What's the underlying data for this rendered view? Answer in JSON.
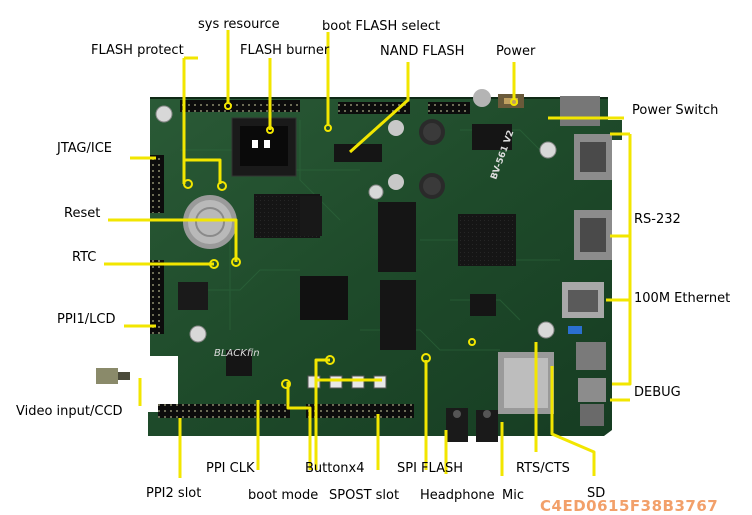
{
  "labels": {
    "sys_resource": "sys resource",
    "boot_flash_select": "boot FLASH select",
    "flash_protect": "FLASH protect",
    "flash_burner": "FLASH burner",
    "nand_flash": "NAND FLASH",
    "power": "Power",
    "power_switch": "Power Switch",
    "jtag_ice": "JTAG/ICE",
    "reset": "Reset",
    "rtc": "RTC",
    "ppi1_lcd": "PPI1/LCD",
    "rs232": "RS-232",
    "ethernet": "100M Ethernet",
    "debug": "DEBUG",
    "video_input": "Video input/CCD",
    "ppi_clk": "PPI CLK",
    "buttonx4": "Buttonx4",
    "spi_flash": "SPI FLASH",
    "rts_cts": "RTS/CTS",
    "ppi2_slot": "PPI2 slot",
    "boot_mode": "boot mode",
    "spost_slot": "SPOST slot",
    "headphone": "Headphone",
    "mic": "Mic",
    "sd": "SD"
  },
  "board": {
    "logo_text": "BLACKfin",
    "model_text": "BV-561 V2"
  },
  "watermark": "C4ED0615F38B3767",
  "colors": {
    "pcb": "#1e4a2a",
    "leader": "#f2e600",
    "chip": "#141414",
    "header": "#0c0c0c",
    "metal": "#8c8c8c"
  }
}
